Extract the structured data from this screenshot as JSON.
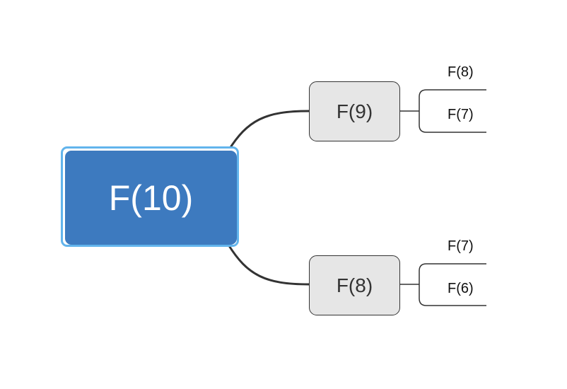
{
  "diagram": {
    "root": {
      "label": "F(10)"
    },
    "children": [
      {
        "label": "F(9)",
        "leaves": [
          "F(8)",
          "F(7)"
        ]
      },
      {
        "label": "F(8)",
        "leaves": [
          "F(7)",
          "F(6)"
        ]
      }
    ]
  },
  "colors": {
    "root_fill": "#3d7abf",
    "root_outline": "#62b4ec",
    "child_fill": "#e6e6e6",
    "connector": "#333333"
  }
}
